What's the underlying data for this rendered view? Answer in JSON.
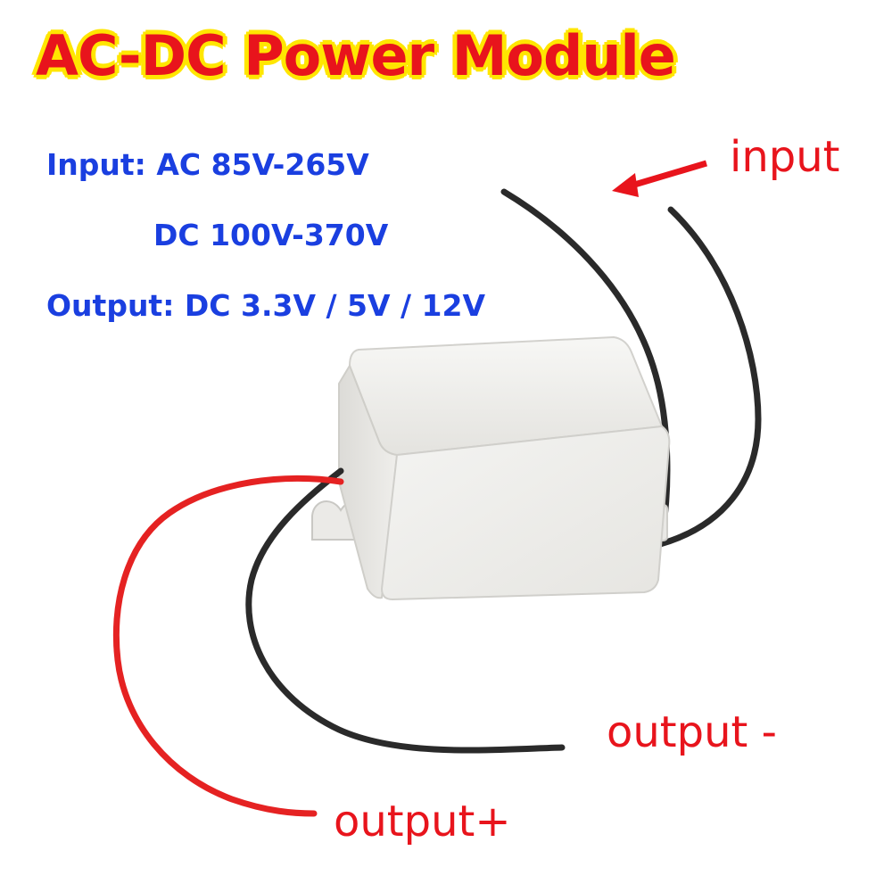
{
  "title": "AC-DC Power Module",
  "specs": {
    "input_ac": "Input: AC 85V-265V",
    "input_dc": "DC 100V-370V",
    "output": "Output: DC 3.3V / 5V / 12V"
  },
  "labels": {
    "input": "input",
    "output_minus": "output -",
    "output_plus": "output+"
  },
  "colors": {
    "title_text": "#e8141c",
    "title_outline": "#ffe600",
    "spec_text": "#1a3fe0",
    "label_text": "#e8141c",
    "wire_red": "#e52222",
    "wire_black": "#2a2a2a",
    "module_body": "#ecebe8"
  }
}
